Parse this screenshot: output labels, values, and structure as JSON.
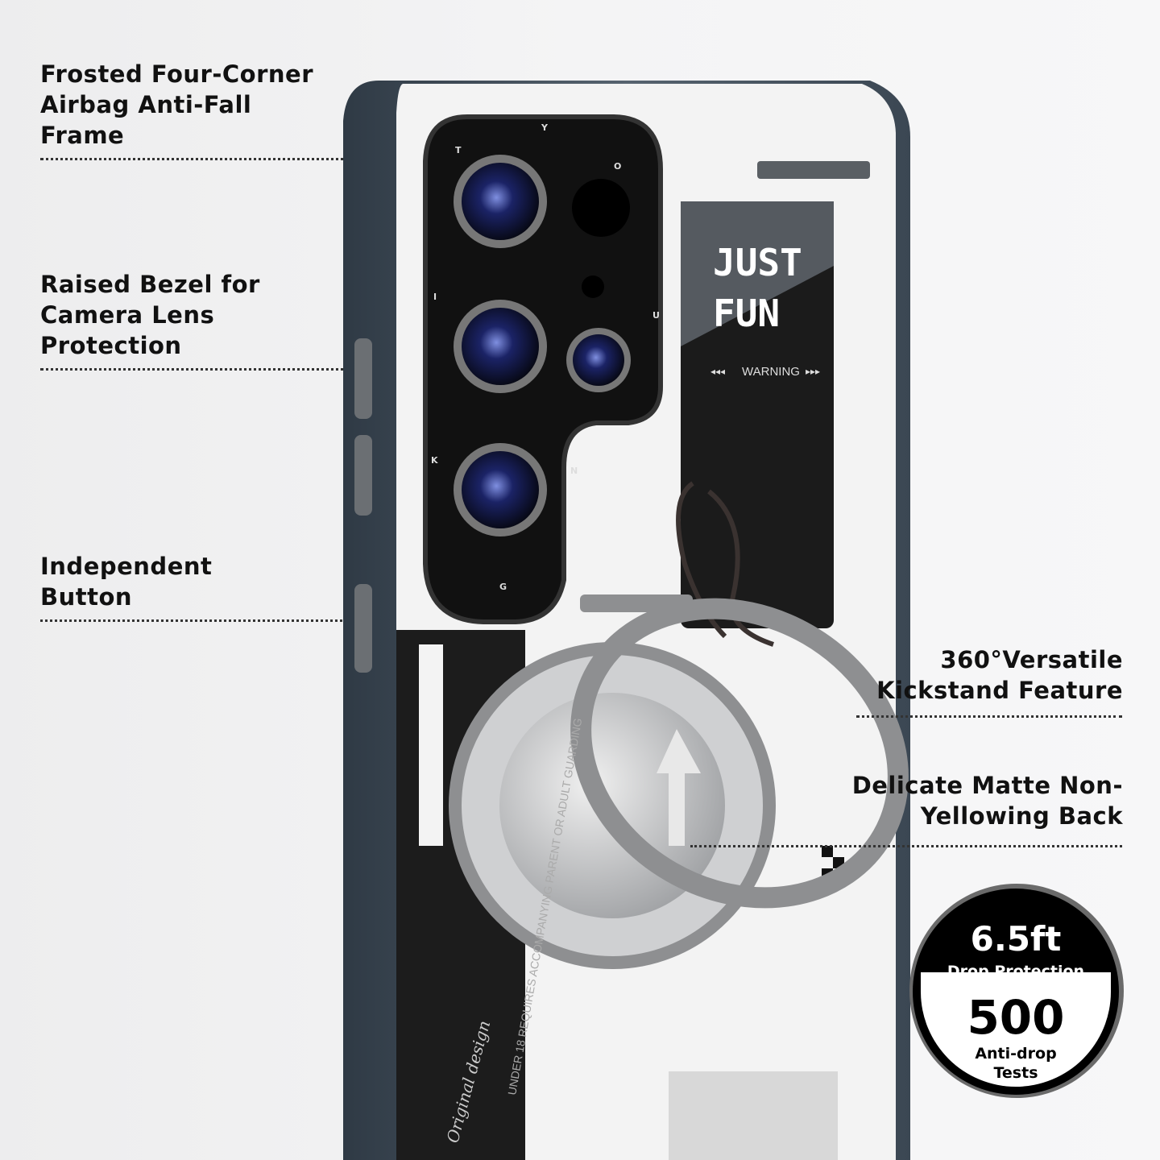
{
  "callouts": [
    {
      "lines": [
        "Frosted Four-Corner",
        "Airbag Anti-Fall",
        "Frame"
      ]
    },
    {
      "lines": [
        "Raised Bezel for",
        "Camera Lens",
        "Protection"
      ]
    },
    {
      "lines": [
        "Independent",
        "Button"
      ]
    },
    {
      "lines": [
        "360°Versatile",
        "Kickstand Feature"
      ]
    },
    {
      "lines": [
        "Delicate Matte Non-",
        "Yellowing Back"
      ]
    }
  ],
  "badge": {
    "height": "6.5ft",
    "height_label": "Drop Protection",
    "tests": "500",
    "tests_label_1": "Anti-drop",
    "tests_label_2": "Tests"
  },
  "case_print": {
    "headline_1": "JUST",
    "headline_2": "FUN",
    "warning": "WARNING",
    "arc_text": "UNDER 18 REQUIRES ACCOMPANYING PARENT OR ADULT GUARDING",
    "signature": "Original design",
    "bezel_letters": [
      "T",
      "Y",
      "O",
      "U",
      "N",
      "G",
      "K",
      "I"
    ]
  },
  "colors": {
    "frame": "#3d4a57",
    "back": "#f4f4f4",
    "ring": "#8e8f91",
    "text": "#111111"
  }
}
